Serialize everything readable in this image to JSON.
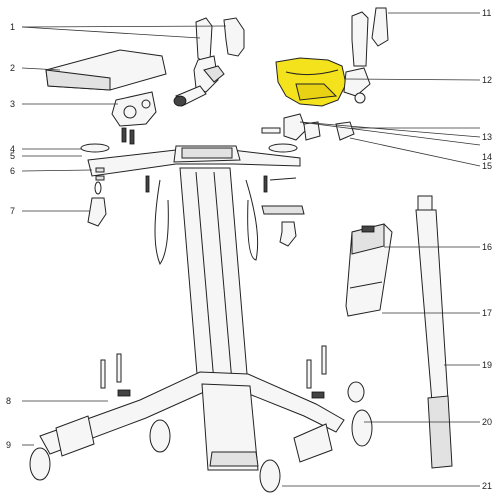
{
  "diagram": {
    "highlight_color": "#f3e21c",
    "callouts": [
      {
        "id": "1",
        "text": "1"
      },
      {
        "id": "2",
        "text": "2"
      },
      {
        "id": "3",
        "text": "3"
      },
      {
        "id": "4",
        "text": "4"
      },
      {
        "id": "5",
        "text": "5"
      },
      {
        "id": "6",
        "text": "6"
      },
      {
        "id": "7",
        "text": "7"
      },
      {
        "id": "8",
        "text": "8"
      },
      {
        "id": "9",
        "text": "9"
      },
      {
        "id": "11",
        "text": "11"
      },
      {
        "id": "12",
        "text": "12"
      },
      {
        "id": "13",
        "text": "13"
      },
      {
        "id": "14",
        "text": "14"
      },
      {
        "id": "15",
        "text": "15"
      },
      {
        "id": "16",
        "text": "16"
      },
      {
        "id": "17",
        "text": "17"
      },
      {
        "id": "19",
        "text": "19"
      },
      {
        "id": "20",
        "text": "20"
      },
      {
        "id": "21",
        "text": "21"
      }
    ]
  }
}
